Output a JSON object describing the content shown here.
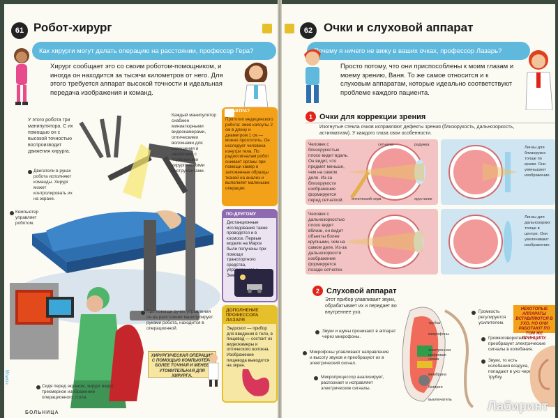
{
  "left": {
    "page_number": "61",
    "title": "Робот-хирург",
    "question": "Как хирурги могут делать операцию на расстоянии, профессор Гера?",
    "answer": "Хирург сообщает это со своим роботом-помощником, и иногда он находится за тысячи километров от него. Для этого требуется аппарат высокой точности и идеальная передача изображения и команд.",
    "intro": "У этого робота три манипулятора. С их помощью он с высокой точностью воспроизводит движения хирурга.",
    "engines": "Двигатели в руках робота исполняют команды. Хирург может контролировать их на экране.",
    "computer": "Компьютер управляет роботом.",
    "manipulator": "Каждый манипулятор снабжен миниатюрными видеокамерами, оптическими волокнами для освещения и захватами с подвижными хирургическими инструментами.",
    "handles": "При помощи ручек управления он на расстоянии манипулирует руками робота, находится в операционной.",
    "screen": "Сидя перед экраном, хирург видит трехмерное изображение операционного стола.",
    "callout": "ХИРУРГИЧЕСКАЯ ОПЕРАЦИЯ С ПОМОЩЬЮ КОМПЬЮТЕРА БОЛЕЕ ТОЧНАЯ И МЕНЕЕ УТОМИТЕЛЬНАЯ ДЛЯ ХИРУРГА.",
    "box_future": {
      "title": "А ЗАВТРА?",
      "text": "Прототип медицинского робота: змея капсулы 2 см в длину и диаметром 1 см — можно проглотить. Он исследует человека изнутри тела. По радиосигналам робот снимает органы при помощи камер и заложенные образцы тканей на анализ и выполняет маленькие операции."
    },
    "box_other": {
      "title": "ПО-ДРУГОМУ",
      "text": "Дистанционные исследования также проводятся и в космосе. Первые модели на Марсе были получены при помощи транспортного средства, управляемого с Земли."
    },
    "box_professor": {
      "title": "ДОПОЛНЕНИЕ ПРОФЕССОРА ЛАЗАРЯ",
      "text": "Эндоскоп — прибор для введения в тело, в пищевод — состоит из видеокамеры и оптического волокна. Изображение пищевода выводится на экран."
    },
    "footer_vertical": "ГОРОД",
    "footer": "БОЛЬНИЦА"
  },
  "right": {
    "page_number": "62",
    "title": "Очки и слуховой аппарат",
    "question": "Почему я ничего не вижу в ваших очках, профессор Лазарь?",
    "answer": "Просто потому, что они приспособлены к моим глазам и моему зрению, Ваня. То же самое относится и к слуховым аппаратам, которые идеально соответствуют проблеме каждого пациента.",
    "section1": {
      "number": "1",
      "title": "Очки для коррекции зрения",
      "intro": "Изогнутые стекла очков исправляют дефекты зрения (близорукость, дальнозоркость, астигматизм). У каждого глаза свои особенности.",
      "myopia": "Человек с близорукостью плохо видит вдаль. Он видит, что предмет меньше, чем на самом деле. Из-за близорукости изображение формируется перед сетчаткой.",
      "hyperopia": "Человек с дальнозоркостью плохо видит вблизи, он видит объекты более крупными, чем на самом деле. Из-за дальнозоркости изображение формируется позади сетчатки.",
      "label_retina": "сетчатка",
      "label_iris": "радужка",
      "label_nerve": "оптический нерв",
      "label_lens": "хрусталик",
      "glasses_myopia": "Линзы для близоруких толще по краям. Они уменьшают изображение.",
      "glasses_hyperopia": "Линзы для дальнозорких толще в центре. Они увеличивают изображение."
    },
    "section2": {
      "number": "2",
      "title": "Слуховой аппарат",
      "intro": "Этот прибор улавливает звуки, обрабатывает их и передает во внутреннее ухо.",
      "sounds": "Звуки и шумы проникают в аппарат через микрофоны.",
      "microphones": "Микрофоны улавливают направление и высоту звуков и преобразуют их в электрический сигнал.",
      "processor": "Микропроцессор анализирует, распознает и исправляет электрические сигналы.",
      "volume": "Громкость регулируется усилителем.",
      "speaker": "Громкоговоритель преобразует электрические сигналы в колебания.",
      "eardrum": "Звуки, то есть колебания воздуха, попадают в ухо через трубку.",
      "label_tube": "трубка",
      "label_mic": "микрофоны",
      "label_chip": "электронная цифровая схема",
      "label_membrane": "мембрана",
      "label_battery": "батарея",
      "label_switch": "выключатель",
      "tag": "НЕКОТОРЫЕ АППАРАТЫ ВСТАВЛЯЮТСЯ В УХО, НО ОНИ РАБОТАЮТ ПО ТОМ ЖЕ ПРИНЦИПУ."
    },
    "watermark": "Лабиринт"
  },
  "colors": {
    "question_bar": "#5fb9dd",
    "accent_red": "#e2231a",
    "box_orange": "#f4a11a",
    "box_purple": "#8e6bb0",
    "box_yellow": "#e6c02a",
    "eye_pink": "#f3c2c2",
    "eye_blue": "#cfe5f2"
  }
}
